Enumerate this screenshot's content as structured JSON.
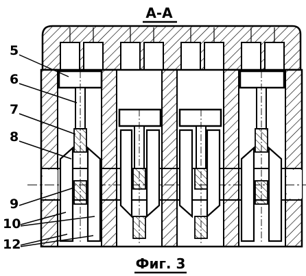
{
  "section_label": "А-А",
  "caption": "Фиг. 3",
  "callouts": [
    {
      "label": "5"
    },
    {
      "label": "6"
    },
    {
      "label": "7"
    },
    {
      "label": "8"
    },
    {
      "label": "9"
    },
    {
      "label": "10"
    },
    {
      "label": "12"
    }
  ],
  "colors": {
    "ink": "#000000",
    "paper": "#ffffff"
  }
}
